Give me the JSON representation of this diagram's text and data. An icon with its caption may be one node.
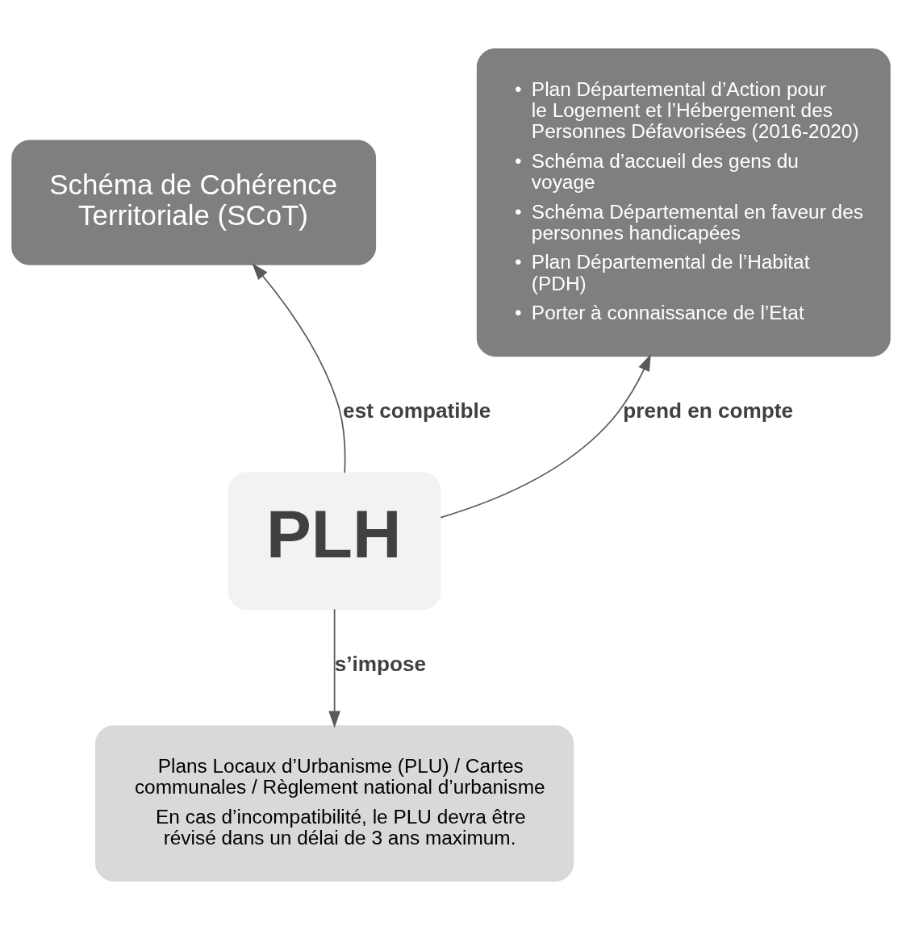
{
  "diagram": {
    "nodes": [
      {
        "text": [
          "Schéma de Cohérence Territoriale (SCoT)"
        ]
      },
      {
        "text": [
          "• Plan Départemental d’Action pour le Logement et l’Hébergement des Personnes Défavorisées (2016-2020)",
          "• Schéma d’accueil des gens du voyage",
          "• Schéma Départemental en faveur des personnes handicapées",
          "• Plan Départemental de l’Habitat (PDH)",
          "• Porter à connaissance de l’Etat"
        ]
      },
      {
        "text": [
          "PLH"
        ]
      },
      {
        "text": [
          "Plans Locaux d’Urbanisme (PLU) / Cartes communales / Règlement national d’urbanisme",
          "En cas d’incompatibilité, le PLU devra être révisé dans un délai de 3 ans maximum."
        ]
      }
    ],
    "edges": [
      {
        "from": 2,
        "to": 0,
        "arrow": "to",
        "label": "est compatible"
      },
      {
        "from": 2,
        "to": 1,
        "arrow": "to",
        "label": "prend en compte"
      },
      {
        "from": 2,
        "to": 3,
        "arrow": "to",
        "label": "s’impose"
      }
    ]
  }
}
